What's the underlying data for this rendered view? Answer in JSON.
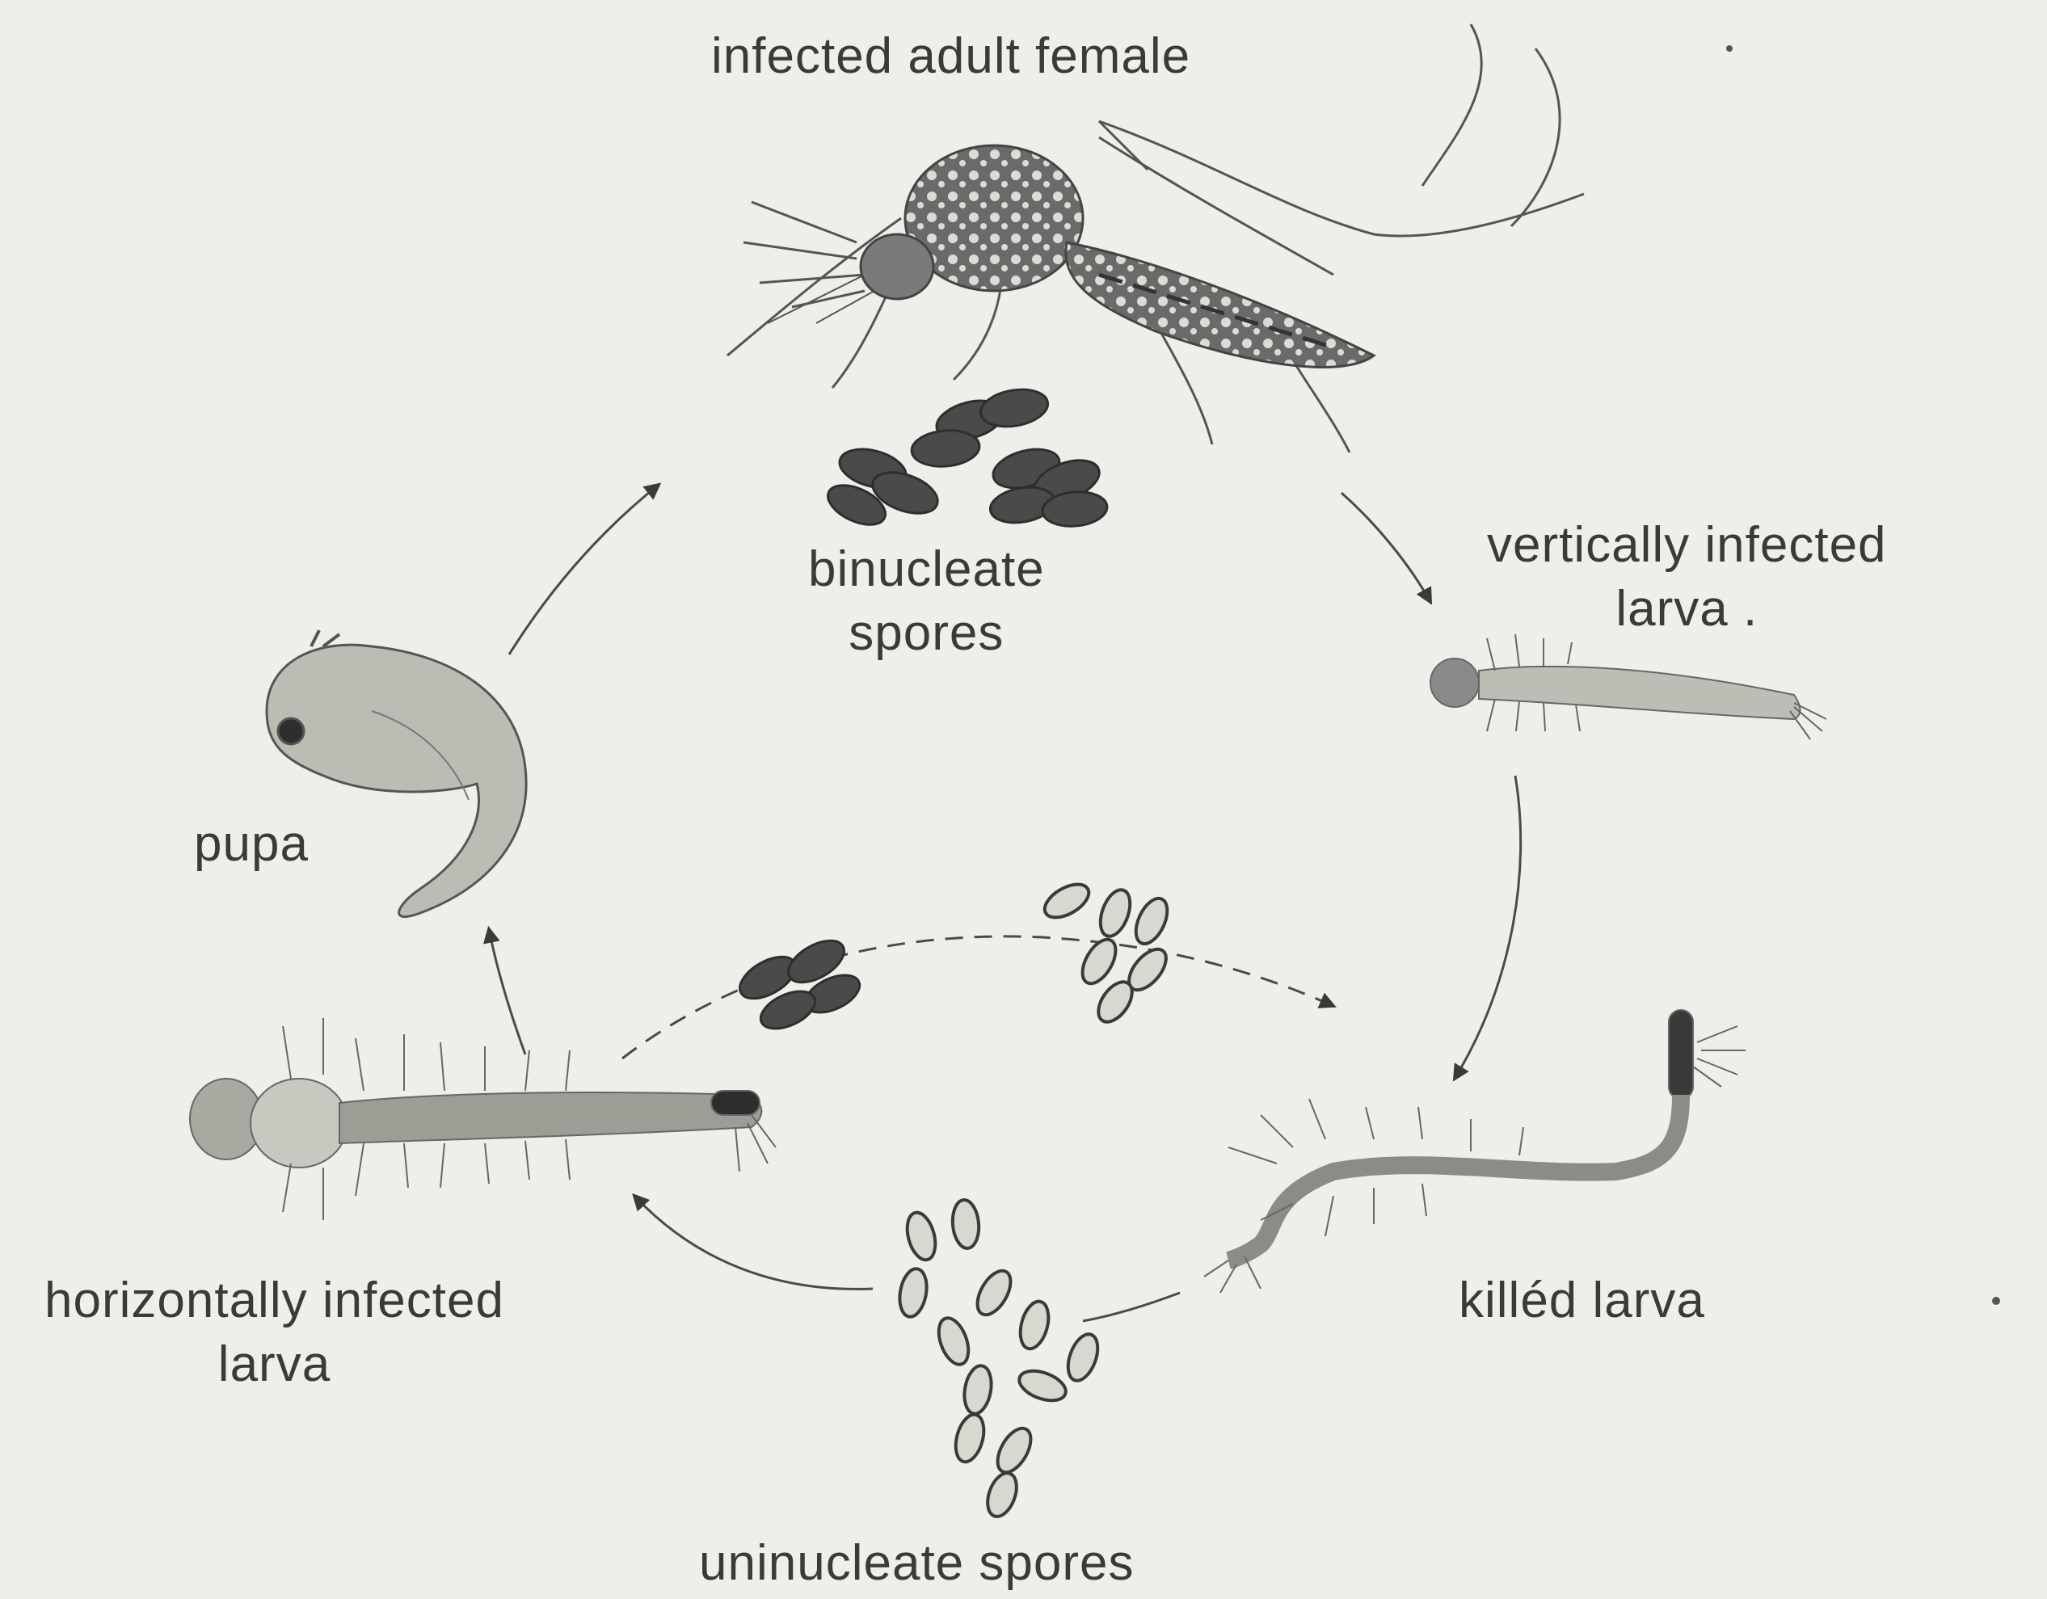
{
  "labels": {
    "adult_female": "infected adult female",
    "binucleate_spores": [
      "binucleate",
      "spores"
    ],
    "vertical_larva": [
      "vertically infected",
      "larva ."
    ],
    "pupa": "pupa",
    "horizontal_larva": [
      "horizontally infected",
      "larva"
    ],
    "killed_larva": "killéd larva",
    "uninucleate_spores": "uninucleate spores"
  },
  "colors": {
    "background": "#efefe9",
    "ink": "#3a3a3a",
    "sketch": "#555555",
    "spore": "#4a4a4a"
  }
}
